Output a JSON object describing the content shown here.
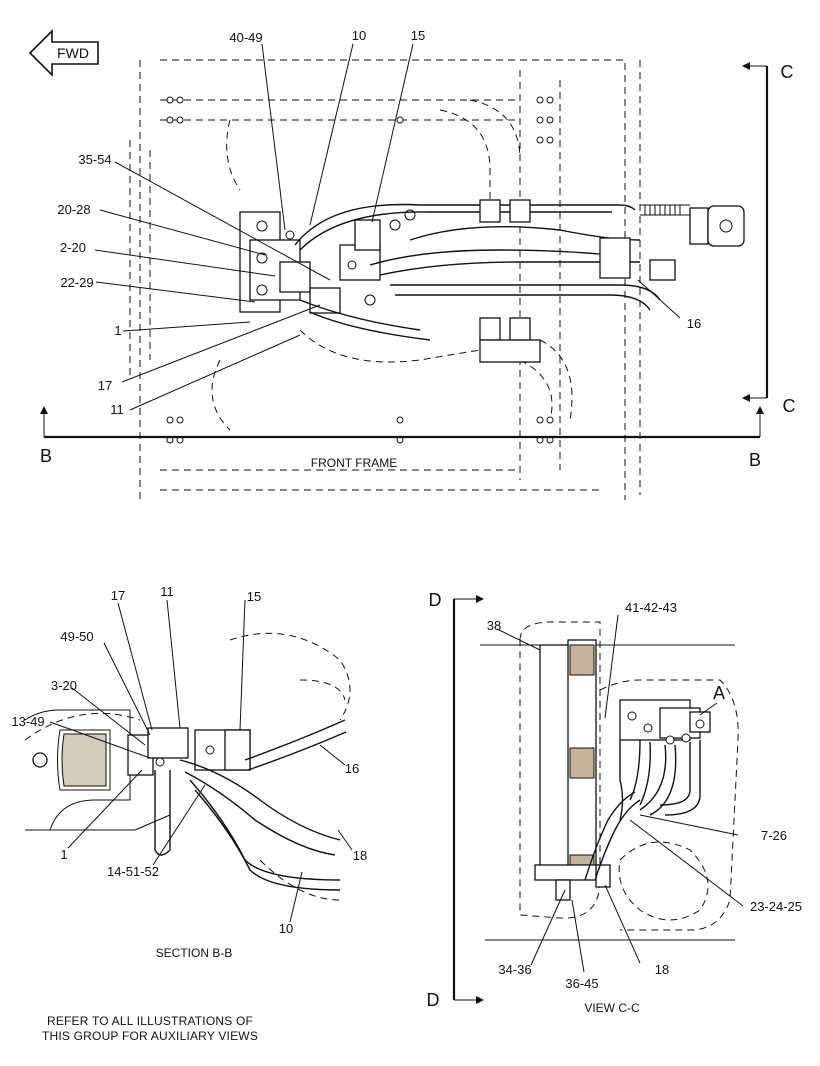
{
  "fwd_label": "FWD",
  "front_frame": {
    "caption": "FRONT FRAME",
    "section_marks": {
      "b_left": "B",
      "b_right": "B",
      "c_top": "C",
      "c_bottom": "C"
    },
    "callouts": [
      "40-49",
      "10",
      "15",
      "35-54",
      "20-28",
      "2-20",
      "22-29",
      "1",
      "17",
      "11",
      "16"
    ]
  },
  "section_bb": {
    "caption": "SECTION B-B",
    "callouts": [
      "17",
      "11",
      "15",
      "49-50",
      "3-20",
      "13-49",
      "1",
      "14-51-52",
      "16",
      "18",
      "10"
    ]
  },
  "view_cc": {
    "caption": "VIEW C-C",
    "section_marks": {
      "d_top": "D",
      "d_bottom": "D",
      "a": "A"
    },
    "callouts": [
      "38",
      "41-42-43",
      "7-26",
      "23-24-25",
      "34-36",
      "36-45",
      "18"
    ]
  },
  "note": {
    "line1": "REFER TO ALL ILLUSTRATIONS OF",
    "line2": "THIS GROUP FOR AUXILIARY VIEWS"
  }
}
